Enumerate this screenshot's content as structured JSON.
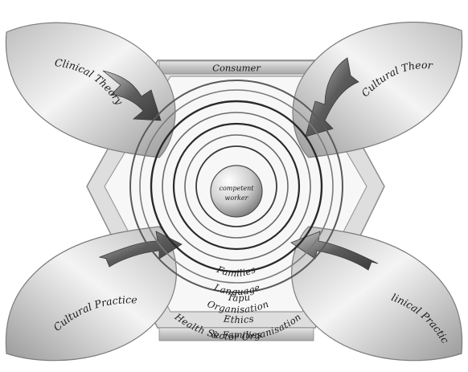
{
  "diagram": {
    "top_banner": "Consumer",
    "bottom_banner": "& Families",
    "petals": {
      "top_left": "Clinical Theory",
      "top_right": "Cultural Theory",
      "bottom_left": "Cultural Practice",
      "bottom_right": "Clinical Practice"
    },
    "center": {
      "line1": "competent",
      "line2": "worker"
    },
    "rings": [
      "Families",
      "Language",
      "Tapu",
      "Organisation",
      "Ethics",
      "Health Sector Organisation"
    ]
  }
}
